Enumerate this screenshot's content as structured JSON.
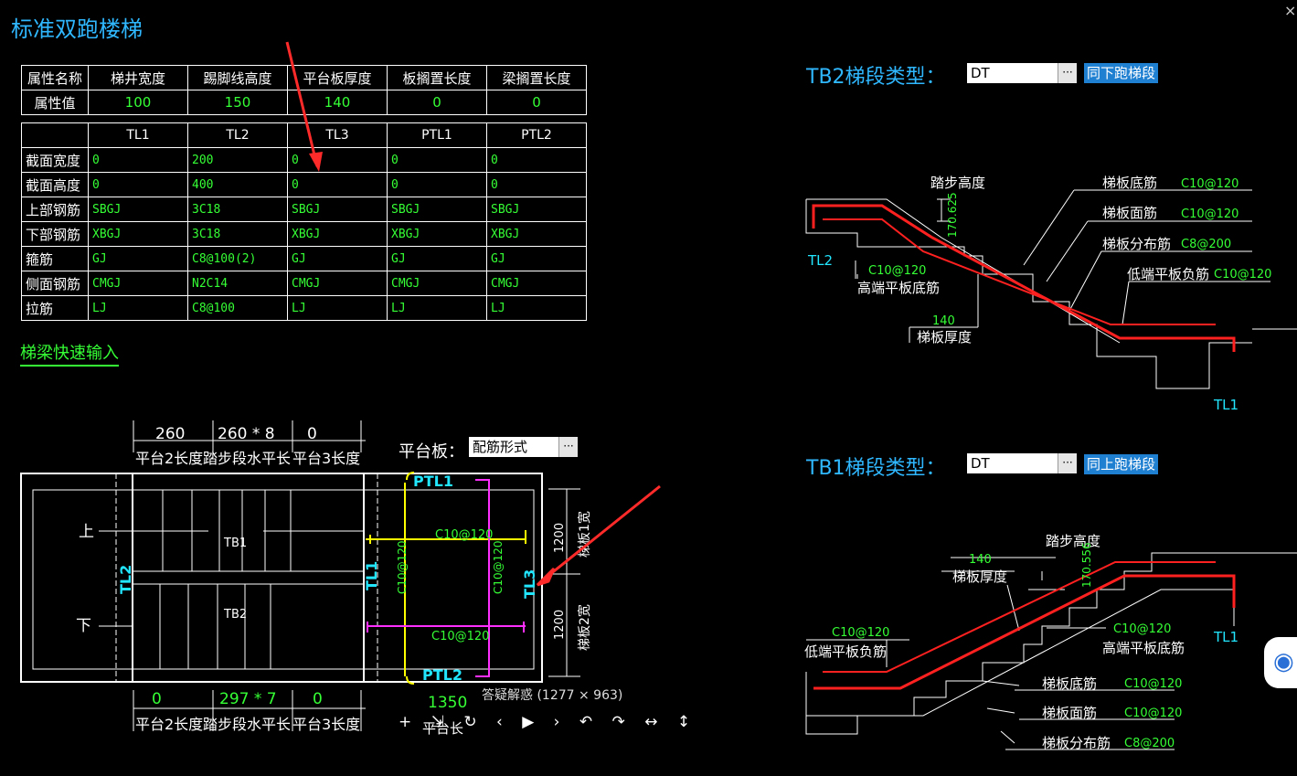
{
  "title": "标准双跑楼梯",
  "props": {
    "headers": [
      "属性名称",
      "梯井宽度",
      "踢脚线高度",
      "平台板厚度",
      "板搁置长度",
      "梁搁置长度"
    ],
    "values": [
      "属性值",
      "100",
      "150",
      "140",
      "0",
      "0"
    ]
  },
  "beams": {
    "headers": [
      "",
      "TL1",
      "TL2",
      "TL3",
      "PTL1",
      "PTL2"
    ],
    "rows": [
      {
        "label": "截面宽度",
        "cells": [
          "0",
          "200",
          "0",
          "0",
          "0"
        ]
      },
      {
        "label": "截面高度",
        "cells": [
          "0",
          "400",
          "0",
          "0",
          "0"
        ]
      },
      {
        "label": "上部钢筋",
        "cells": [
          "SBGJ",
          "3C18",
          "SBGJ",
          "SBGJ",
          "SBGJ"
        ]
      },
      {
        "label": "下部钢筋",
        "cells": [
          "XBGJ",
          "3C18",
          "XBGJ",
          "XBGJ",
          "XBGJ"
        ]
      },
      {
        "label": "箍筋",
        "cells": [
          "GJ",
          "C8@100(2)",
          "GJ",
          "GJ",
          "GJ"
        ]
      },
      {
        "label": "侧面钢筋",
        "cells": [
          "CMGJ",
          "N2C14",
          "CMGJ",
          "CMGJ",
          "CMGJ"
        ]
      },
      {
        "label": "拉筋",
        "cells": [
          "LJ",
          "C8@100",
          "LJ",
          "LJ",
          "LJ"
        ]
      }
    ]
  },
  "quick_input": "梯梁快速输入",
  "plan": {
    "top_dims": [
      "260",
      "260 * 8",
      "0"
    ],
    "top_captions": [
      "平台2长度",
      "踏步段水平长",
      "平台3长度"
    ],
    "bottom_dims": [
      "0",
      "297 * 7",
      "0",
      "1350"
    ],
    "bottom_captions": [
      "平台2长度",
      "踏步段水平长",
      "平台3长度",
      "平台长"
    ],
    "up": "上",
    "down": "下",
    "tb1": "TB1",
    "tb2": "TB2",
    "tl1": "TL1",
    "tl2": "TL2",
    "tl3": "TL3",
    "ptl1": "PTL1",
    "ptl2": "PTL2",
    "rebar_top": "C10@120",
    "rebar_bot": "C10@120",
    "rebar_v1": "C10@120",
    "rebar_v2": "C10@120",
    "w1": "1200",
    "w2": "1200",
    "w1_label": "梯板1宽",
    "w2_label": "梯板2宽"
  },
  "platform_label": "平台板：",
  "platform_select": "配筋形式",
  "tb2": {
    "label": "TB2梯段类型：",
    "value": "DT",
    "button": "同下跑梯段",
    "step_height": "踏步高度",
    "step_height_val": "170.625",
    "bottom_bar": "梯板底筋",
    "bottom_bar_val": "C10@120",
    "top_bar": "梯板面筋",
    "top_bar_val": "C10@120",
    "dist_bar": "梯板分布筋",
    "dist_bar_val": "C8@200",
    "low_neg": "低端平板负筋",
    "low_neg_val": "C10@120",
    "high_bottom_val": "C10@120",
    "high_bottom": "高端平板底筋",
    "thick_val": "140",
    "thick": "梯板厚度",
    "tl2": "TL2",
    "tl1": "TL1"
  },
  "tb1": {
    "label": "TB1梯段类型：",
    "value": "DT",
    "button": "同上跑梯段",
    "step_height": "踏步高度",
    "step_height_val": "170.556",
    "thick_val": "140",
    "thick": "梯板厚度",
    "low_neg_val": "C10@120",
    "low_neg": "低端平板负筋",
    "high_bottom_val": "C10@120",
    "high_bottom": "高端平板底筋",
    "bottom_bar": "梯板底筋",
    "bottom_bar_val": "C10@120",
    "top_bar": "梯板面筋",
    "top_bar_val": "C10@120",
    "dist_bar": "梯板分布筋",
    "dist_bar_val": "C8@200",
    "tl1": "TL1"
  },
  "image_info": "答疑解惑 (1277 × 963)",
  "toolbar_icons": [
    "+",
    "⇲",
    "↻",
    "‹",
    "▶",
    "›",
    "↶",
    "↷",
    "↔",
    "↕"
  ],
  "colors": {
    "cyan": "#2fb7ff",
    "green": "#35ff35",
    "red": "#ff2020",
    "yellow": "#ffff00",
    "magenta": "#ff30ff",
    "aqua": "#22e5ff"
  }
}
